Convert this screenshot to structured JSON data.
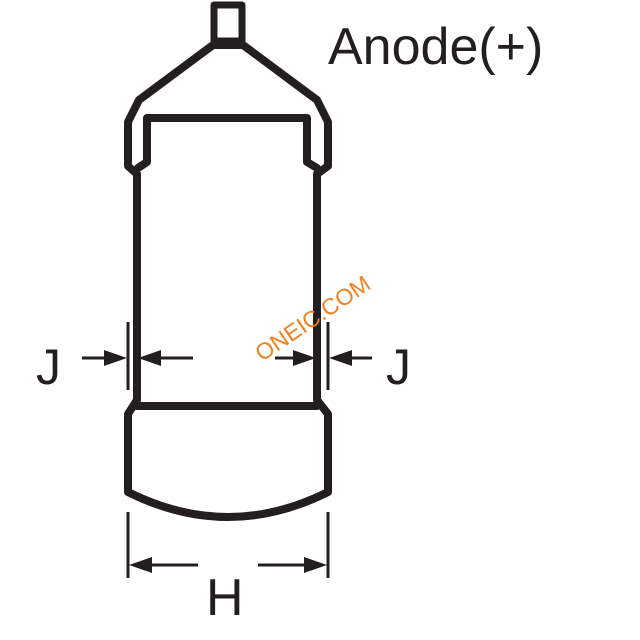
{
  "labels": {
    "anode": "Anode(+)",
    "dim_j_left": "J",
    "dim_j_right": "J",
    "dim_h": "H"
  },
  "watermark": {
    "text": "ONEIC.COM",
    "color": "#f08020"
  },
  "colors": {
    "line": "#231f20",
    "background": "#ffffff"
  }
}
